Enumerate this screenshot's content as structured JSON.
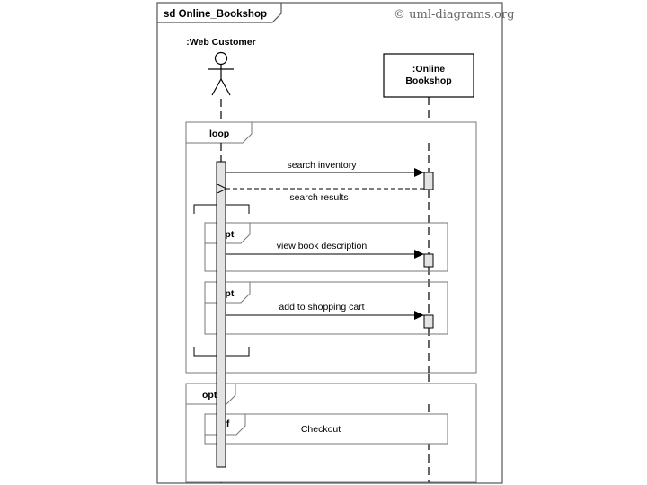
{
  "diagram": {
    "frame_title": "sd Online_Bookshop",
    "copyright": "© uml-diagrams.org"
  },
  "lifelines": {
    "customer": ":Web Customer",
    "bookshop_line1": ":Online",
    "bookshop_line2": "Bookshop"
  },
  "fragments": {
    "loop": "loop",
    "opt_view": "opt",
    "opt_add": "opt",
    "opt_checkout": "opt",
    "ref": "ref",
    "ref_name": "Checkout"
  },
  "messages": {
    "search": "search inventory",
    "results": "search results",
    "view": "view book description",
    "add": "add to shopping cart"
  },
  "colors": {
    "line": "#000000",
    "frame": "#555555",
    "activation": "#e3e3e3"
  }
}
